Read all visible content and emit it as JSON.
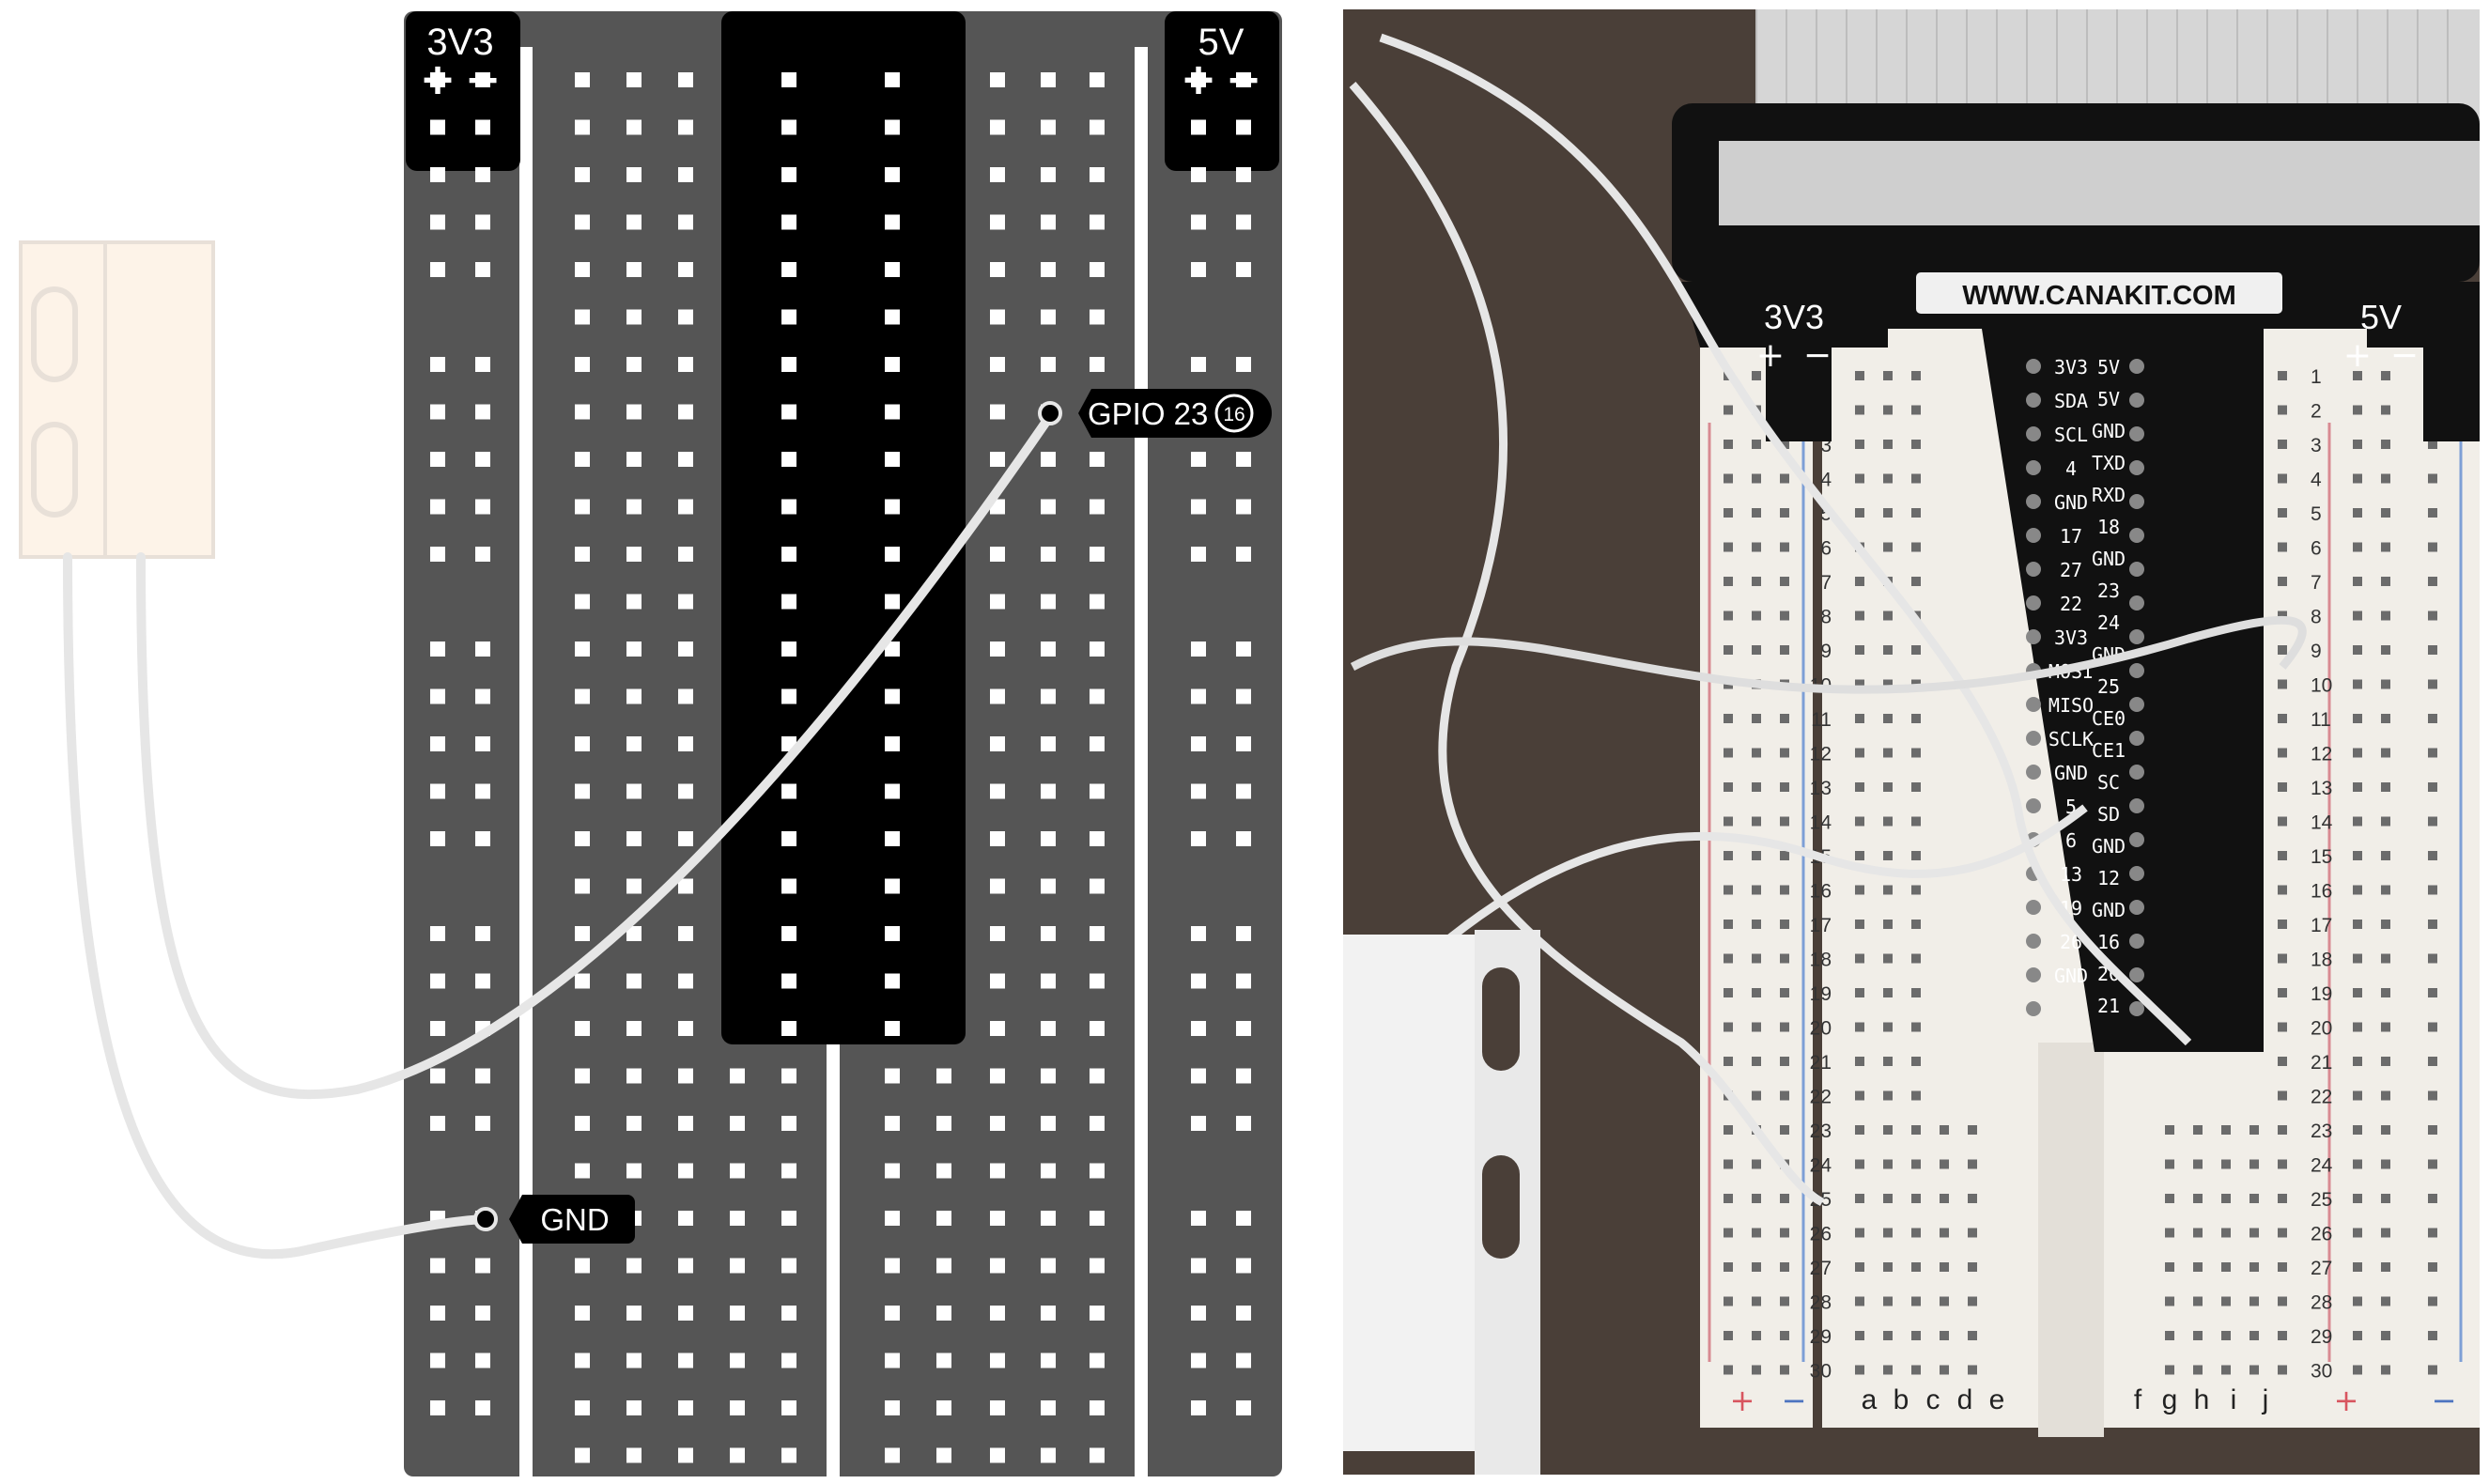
{
  "diagram": {
    "rail_left_label": "3V3",
    "rail_right_label": "5V",
    "rail_plus": "+",
    "rail_minus": "−",
    "pin_gpio_label": "GPIO 23",
    "pin_gpio_number": "16",
    "pin_gnd_label": "GND",
    "colors": {
      "board": "#555555",
      "header": "#000000",
      "hole": "#ffffff",
      "wire": "#e6e6e6",
      "sensor_fill": "#fdf3e8",
      "sensor_stroke": "#e8e0d8"
    }
  },
  "photo": {
    "brand_label": "WWW.CANAKIT.COM",
    "rail_left_label": "3V3",
    "rail_right_label": "5V",
    "rail_plus": "+",
    "rail_minus": "−",
    "column_letters_left": [
      "a",
      "b",
      "c",
      "d",
      "e"
    ],
    "column_letters_right": [
      "f",
      "g",
      "h",
      "i",
      "j"
    ],
    "row_numbers": [
      "1",
      "2",
      "3",
      "4",
      "5",
      "6",
      "7",
      "8",
      "9",
      "10",
      "11",
      "12",
      "13",
      "14",
      "15",
      "16",
      "17",
      "18",
      "19",
      "20",
      "21",
      "22",
      "23",
      "24",
      "25",
      "26",
      "27",
      "28",
      "29",
      "30"
    ],
    "gpio_labels_left": [
      "3V3",
      "SDA",
      "SCL",
      "4",
      "GND",
      "17",
      "27",
      "22",
      "3V3",
      "MOSI",
      "MISO",
      "SCLK",
      "GND",
      "5",
      "6",
      "13",
      "19",
      "26",
      "GND"
    ],
    "gpio_labels_right": [
      "5V",
      "5V",
      "GND",
      "TXD",
      "RXD",
      "18",
      "GND",
      "23",
      "24",
      "GND",
      "25",
      "CE0",
      "CE1",
      "SC",
      "SD",
      "GND",
      "12",
      "GND",
      "16",
      "20",
      "21"
    ],
    "colors": {
      "wood": "#4a3f38",
      "board": "#f1eee8",
      "red_line": "#d88a92",
      "blue_line": "#7d9fd6",
      "pcb": "#111111",
      "cable": "#d6d6d6"
    }
  }
}
